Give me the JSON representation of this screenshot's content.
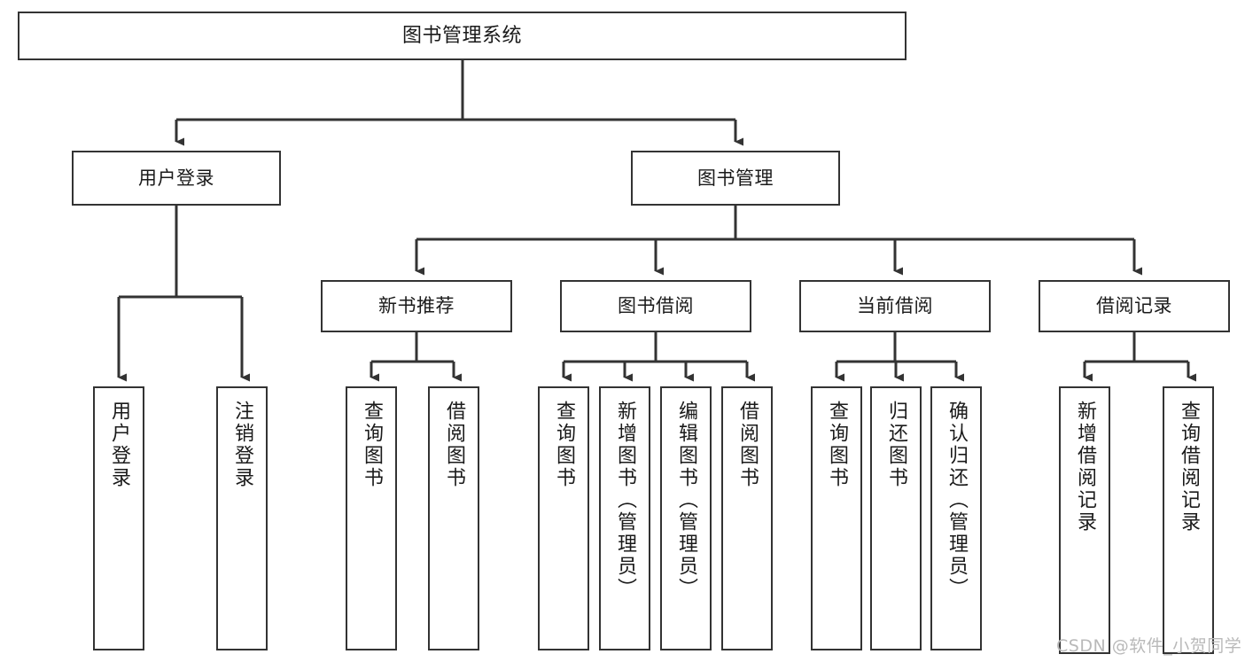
{
  "diagram": {
    "title": "图书管理系统",
    "watermark": "CSDN @软件_小贺同学",
    "colors": {
      "node_border": "#333333",
      "node_fill": "#ffffff",
      "edge": "#333333",
      "background": "#ffffff",
      "watermark": "#b9b9b9"
    },
    "nodes": {
      "root": {
        "label": "图书管理系统"
      },
      "level2": [
        {
          "label": "用户登录"
        },
        {
          "label": "图书管理"
        }
      ],
      "level3": [
        {
          "label": "新书推荐"
        },
        {
          "label": "图书借阅"
        },
        {
          "label": "当前借阅"
        },
        {
          "label": "借阅记录"
        }
      ],
      "leaves": {
        "user_login": [
          {
            "label": "用户登录"
          },
          {
            "label": "注销登录"
          }
        ],
        "new_book_recommend": [
          {
            "label": "查询图书"
          },
          {
            "label": "借阅图书"
          }
        ],
        "book_borrow": [
          {
            "label": "查询图书"
          },
          {
            "label": "新增图书（管理员）"
          },
          {
            "label": "编辑图书（管理员）"
          },
          {
            "label": "借阅图书"
          }
        ],
        "current_borrow": [
          {
            "label": "查询图书"
          },
          {
            "label": "归还图书"
          },
          {
            "label": "确认归还（管理员）"
          }
        ],
        "borrow_record": [
          {
            "label": "新增借阅记录"
          },
          {
            "label": "查询借阅记录"
          }
        ]
      }
    }
  }
}
